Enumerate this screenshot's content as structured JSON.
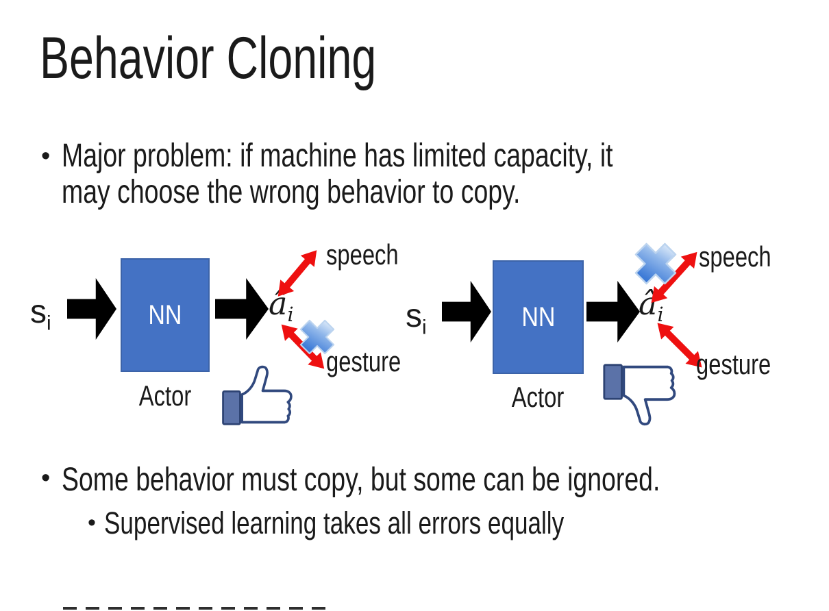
{
  "slide": {
    "title": "Behavior Cloning",
    "bullet_char": "•",
    "bullets": {
      "b1_line1": "Major problem: if machine has limited capacity, it",
      "b1_line2": "may choose the wrong behavior to copy.",
      "b2": "Some behavior must copy, but some can be ignored.",
      "b2_sub": "Supervised learning takes all errors equally"
    }
  },
  "diagram": {
    "left": {
      "input_base": "s",
      "input_sub": "i",
      "nn_label": "NN",
      "actor_label": "Actor",
      "output_base": "â",
      "output_sub": "i",
      "speech_label": "speech",
      "gesture_label": "gesture",
      "crossed_branch": "gesture",
      "feedback_icon": "thumbs-up"
    },
    "right": {
      "input_base": "s",
      "input_sub": "i",
      "nn_label": "NN",
      "actor_label": "Actor",
      "output_base": "â",
      "output_sub": "i",
      "speech_label": "speech",
      "gesture_label": "gesture",
      "crossed_branch": "speech",
      "feedback_icon": "thumbs-down"
    }
  },
  "colors": {
    "nn_box_fill": "#4472C4",
    "nn_box_border": "#3C63A8",
    "arrow_black": "#000000",
    "branch_arrow_red": "#EE1010",
    "cross_blue_light": "#EAF3FC",
    "cross_blue_mid": "#8FB6EA",
    "cross_blue_dark": "#3D7BD7",
    "thumb_outline_navy": "#31497E",
    "thumb_cuff_fill": "#5B72A8",
    "text_black": "#1A1A1A"
  }
}
